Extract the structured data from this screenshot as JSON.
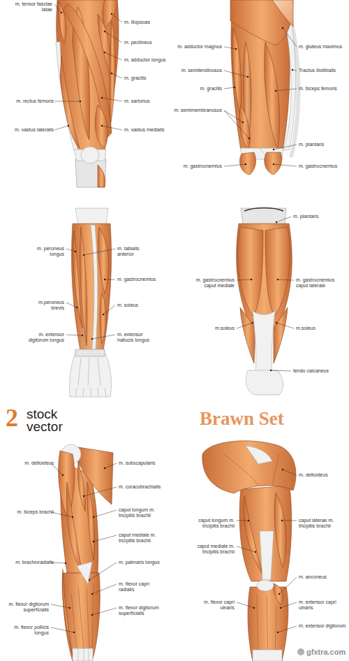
{
  "diagram": {
    "labels": [
      "m. tensor fasciae latae",
      "m. iliopsoas",
      "m. pectineus",
      "m. adductor longus",
      "m. gracilis",
      "m. rectus femoris",
      "m. sartorius",
      "m. vastus lateralis",
      "m. vastus medialis",
      "m. adductor magnus",
      "m. gluteus maximus",
      "m. semitendinosus",
      "Tractus iliotibialis",
      "m. gracilis",
      "m. biceps femoris",
      "m. semimembranosus",
      "m. plantaris",
      "m. gastrocnemius",
      "m. gastrocnemius",
      "m. peroneus longus",
      "m. tabialis anterior",
      "m. gastrocnemius",
      "m.peroneus brevis",
      "m. soleus",
      "m. extensor digitorum longus",
      "m. extensor hallucis longus",
      "m. plantaris",
      "m. gastrocnemius caput mediale",
      "m. gastrocnemius caput laterale",
      "m.soleus",
      "m.soleus",
      "tendo calcaneus",
      "2",
      "stock",
      "vector",
      "Brawn Set",
      "m. deltoideus",
      "m. subscapularis",
      "m. coracobrachialis",
      "m. biceps brachii",
      "caput longum m. tricipitis brachii",
      "caput mediale m. tricipitis brachii",
      "m. brachioradialis",
      "m. palmaris longus",
      "m. flexor capri radialis",
      "m. flexor digitorum superficialis",
      "m. flexor digitorum superficialis",
      "m. flexor pollicis longus",
      "m. deltoideus",
      "caput longum m. tricipitis brachii",
      "caput laterae m. tricipitis brachii",
      "caput mediale m. tricipitis brachii",
      "m. anconeus",
      "m. flexor capri ulnaris",
      "m. extensor capri ulnaris",
      "m. extensor digitorum",
      "gfxtra.com"
    ]
  }
}
